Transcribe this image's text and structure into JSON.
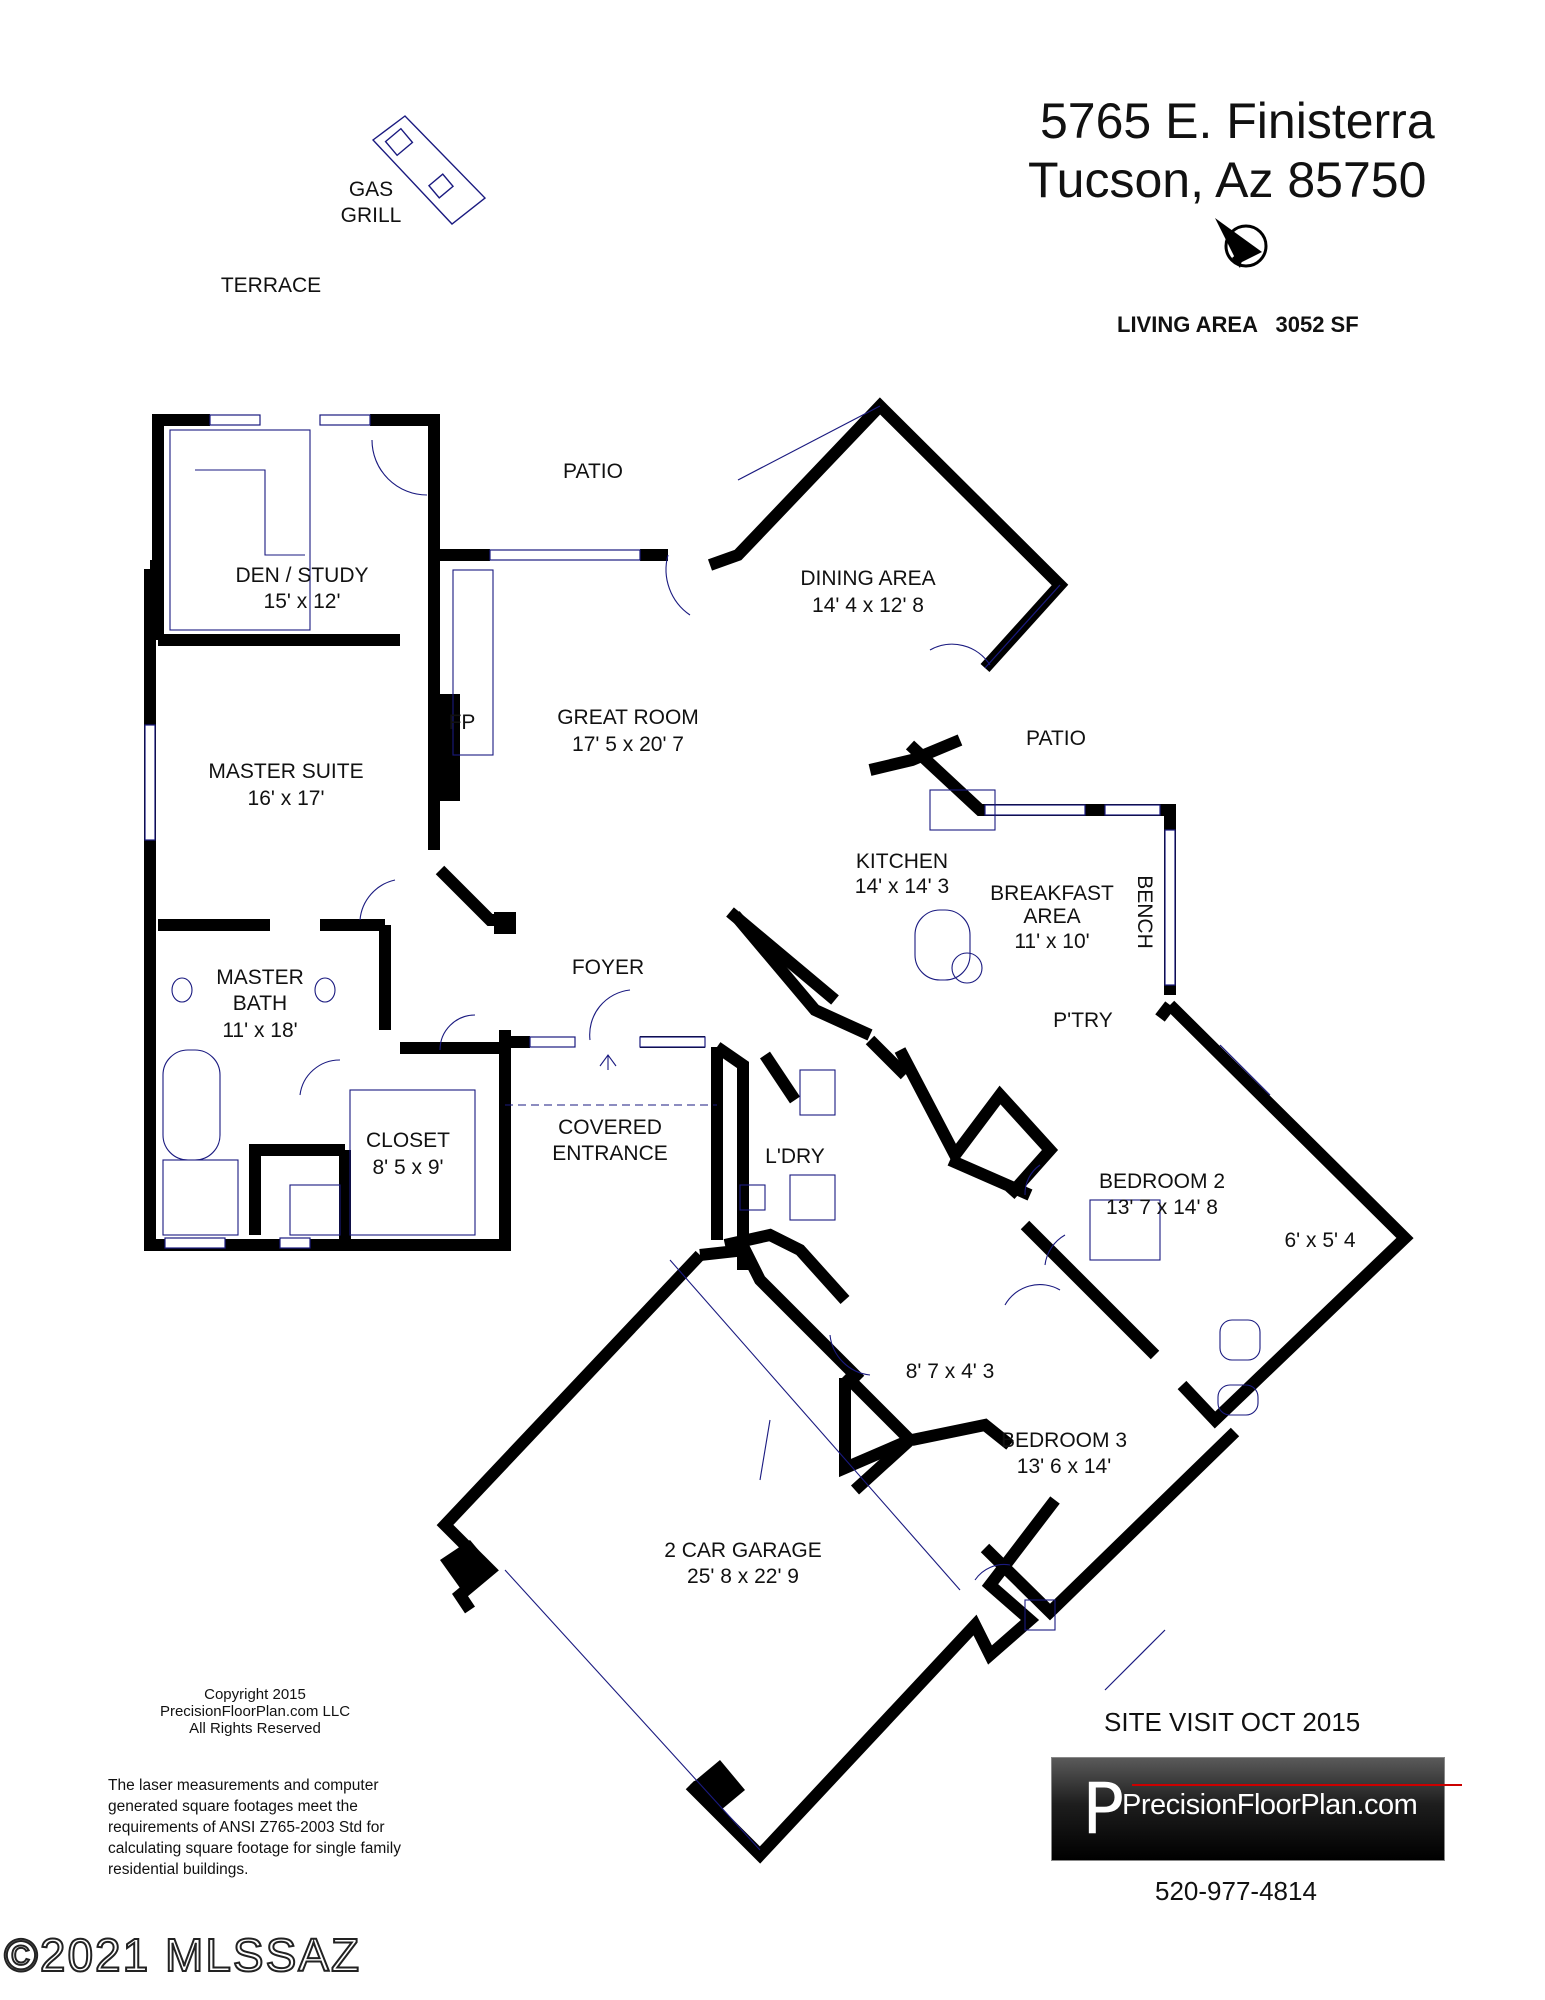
{
  "address": {
    "line1": "5765 E. Finisterra",
    "line2": "Tucson, Az  85750"
  },
  "living_area": "LIVING AREA   3052 SF",
  "outdoor": {
    "gas_grill": [
      "GAS",
      "GRILL"
    ],
    "terrace": "TERRACE",
    "patio_top": "PATIO",
    "patio_right": "PATIO"
  },
  "rooms": {
    "den": {
      "name": "DEN / STUDY",
      "size": "15' x 12'"
    },
    "master_suite": {
      "name": "MASTER SUITE",
      "size": "16' x 17'"
    },
    "master_bath": {
      "name": [
        "MASTER",
        "BATH"
      ],
      "size": "11' x 18'"
    },
    "closet": {
      "name": "CLOSET",
      "size": "8' 5 x 9'"
    },
    "great_room": {
      "name": "GREAT ROOM",
      "size": "17' 5 x 20' 7"
    },
    "fp": "FP",
    "dining": {
      "name": "DINING AREA",
      "size": "14' 4 x 12' 8"
    },
    "kitchen": {
      "name": "KITCHEN",
      "size": "14' x 14' 3"
    },
    "breakfast": {
      "name": [
        "BREAKFAST",
        "AREA"
      ],
      "size": "11' x 10'"
    },
    "bench": "BENCH",
    "pantry": "P'TRY",
    "foyer": "FOYER",
    "covered_entrance": [
      "COVERED",
      "ENTRANCE"
    ],
    "laundry": "L'DRY",
    "bedroom2": {
      "name": "BEDROOM 2",
      "size": "13' 7 x 14' 8"
    },
    "closet_b2": "6' x 5' 4",
    "bedroom3": {
      "name": "BEDROOM 3",
      "size": "13' 6 x 14'"
    },
    "closet_b3": "8' 7 x 4' 3",
    "garage": {
      "name": "2 CAR GARAGE",
      "size": "25' 8 x 22' 9"
    }
  },
  "copyright": [
    "Copyright 2015",
    "PrecisionFloorPlan.com LLC",
    "All Rights Reserved"
  ],
  "disclaimer": [
    "The laser measurements and computer",
    "generated square footages meet the",
    "requirements of ANSI Z765-2003 Std for",
    "calculating square footage for single family",
    "residential buildings."
  ],
  "site_visit": "SITE VISIT OCT 2015",
  "logo_text": "PrecisionFloorPlan.com",
  "logo_letter": "P",
  "phone": "520-977-4814",
  "watermark": "©2021 MLSSAZ",
  "icons": [
    "compass-icon",
    "gas-grill-icon"
  ],
  "colors": {
    "wall": "#000000",
    "fixture": "#1a1a80",
    "logo_bg": "#1e1e1e"
  }
}
